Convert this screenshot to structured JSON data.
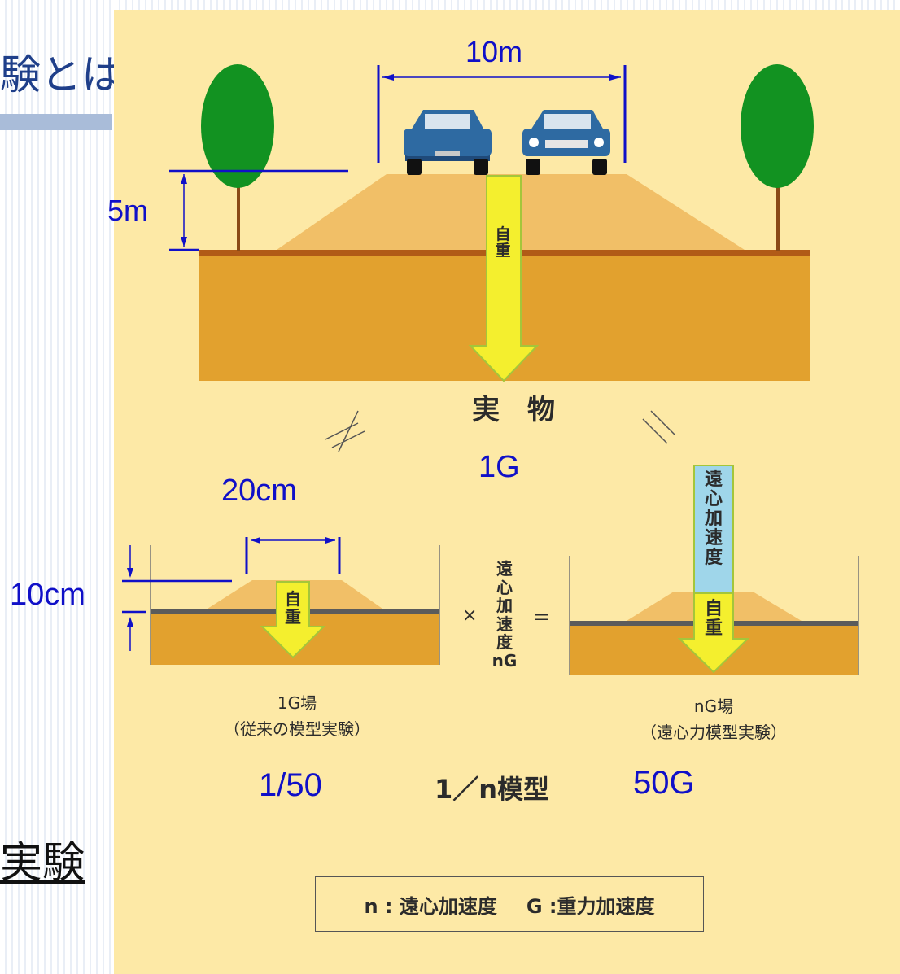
{
  "slide": {
    "title": "験とは･･･",
    "subtitle": "実験"
  },
  "diagram": {
    "width_label": "10m",
    "height_label": "5m",
    "prototype_label": "実　物",
    "prototype_gravity": "1G",
    "not_equal_symbol": "≠",
    "equal_symbol": "＝",
    "self_weight": "自\n重",
    "centrifugal_acc_vertical": "遠\n心\n加\n速\n度",
    "centrifugal_acc_multiplier": "遠\n心\n加\n速\n度\nnG",
    "times_sign": "×",
    "model_width_label": "20cm",
    "model_height_label": "10cm",
    "left_model_caption_line1": "1G場",
    "left_model_caption_line2": "（従来の模型実験）",
    "right_model_caption_line1": "nG場",
    "right_model_caption_line2": "（遠心力模型実験）",
    "scale_label": "1/50",
    "model_label": "1／n模型",
    "model_gravity": "50G",
    "legend_n": "n : 遠心加速度",
    "legend_g": "G :重力加速度"
  },
  "colors": {
    "panel_bg": "#fde9a6",
    "ground": "#e2a12e",
    "soil_top": "#b15b17",
    "embankment": "#f1bf67",
    "arrow_fill": "#f4ef2e",
    "accel_arrow": "#9fd6ea",
    "tree": "#129221",
    "car": "#2e6aa2",
    "dim_blue": "#1010c8"
  }
}
